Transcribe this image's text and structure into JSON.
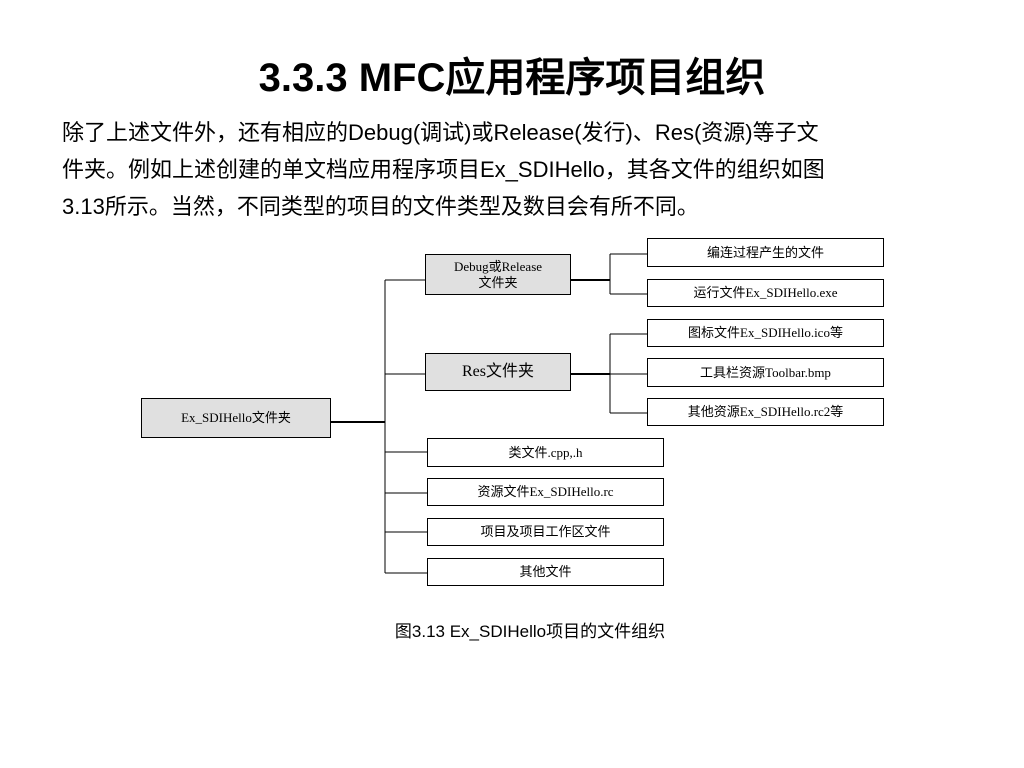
{
  "title": "3.3.3 MFC应用程序项目组织",
  "body": {
    "line1": "除了上述文件外，还有相应的Debug(调试)或Release(发行)、Res(资源)等子文",
    "line2": "件夹。例如上述创建的单文档应用程序项目Ex_SDIHello，其各文件的组织如图",
    "line3": "3.13所示。当然，不同类型的项目的文件类型及数目会有所不同。"
  },
  "diagram": {
    "root": "Ex_SDIHello文件夹",
    "debug_folder": {
      "line1": "Debug或Release",
      "line2": "文件夹"
    },
    "debug_children": [
      "编连过程产生的文件",
      "运行文件Ex_SDIHello.exe"
    ],
    "res_folder": "Res文件夹",
    "res_children": [
      "图标文件Ex_SDIHello.ico等",
      "工具栏资源Toolbar.bmp",
      "其他资源Ex_SDIHello.rc2等"
    ],
    "files": [
      "类文件.cpp,.h",
      "资源文件Ex_SDIHello.rc",
      "项目及项目工作区文件",
      "其他文件"
    ]
  },
  "caption": "图3.13  Ex_SDIHello项目的文件组织",
  "colors": {
    "folder_fill": "#e0e0e0",
    "box_fill": "#ffffff",
    "line": "#000000"
  }
}
